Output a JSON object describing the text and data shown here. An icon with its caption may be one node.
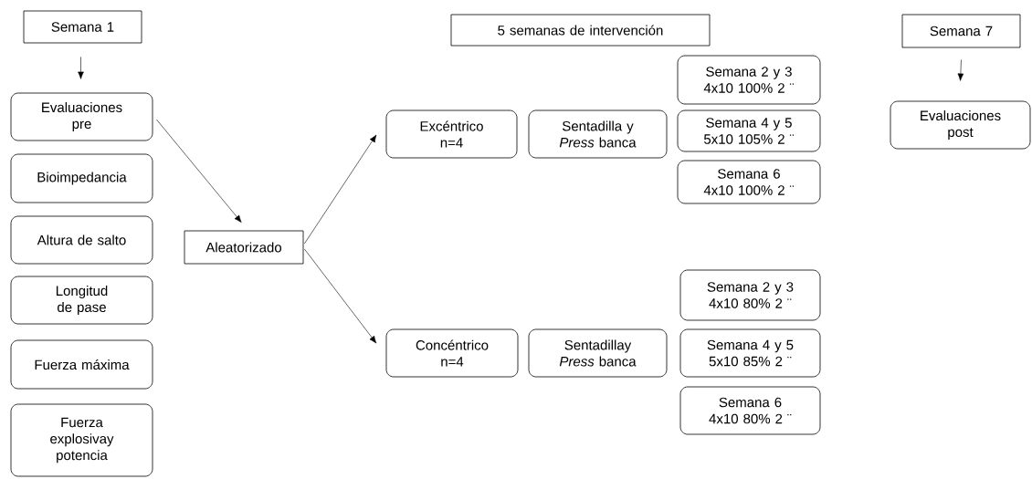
{
  "diagram": {
    "nodes": [
      {
        "text": [
          "Semana 1"
        ]
      },
      {
        "text": [
          "Evaluaciones pre"
        ]
      },
      {
        "text": [
          "Bioimpedancia"
        ]
      },
      {
        "text": [
          "Altura de salto"
        ]
      },
      {
        "text": [
          "Longitud de pase"
        ]
      },
      {
        "text": [
          "Fuerza máxima"
        ]
      },
      {
        "text": [
          "Fuerza explosivay potencia"
        ]
      },
      {
        "text": [
          "Aleatorizado"
        ]
      },
      {
        "text": [
          "5 semanas de intervención"
        ]
      },
      {
        "text": [
          "Excéntrico",
          "n=4"
        ]
      },
      {
        "text": [
          "Sentadilla y *Press* banca"
        ]
      },
      {
        "text": [
          "Semana 2 y 3",
          "4x10 100% 2 ¨"
        ]
      },
      {
        "text": [
          "Semana 4 y 5",
          "5x10 105% 2 ¨"
        ]
      },
      {
        "text": [
          "Semana 6",
          "4x10 100% 2 ¨"
        ]
      },
      {
        "text": [
          "Semana 7"
        ]
      },
      {
        "text": [
          "Evaluaciones post"
        ]
      },
      {
        "text": [
          "Concéntrico",
          "n=4"
        ]
      },
      {
        "text": [
          "Sentadillay *Press* banca"
        ]
      },
      {
        "text": [
          "Semana 2 y 3",
          "4x10 80% 2 ¨"
        ]
      },
      {
        "text": [
          "Semana 4 y 5",
          "5x10 85% 2 ¨"
        ]
      },
      {
        "text": [
          "Semana 6",
          "4x10 80% 2 ¨"
        ]
      }
    ],
    "edges": [
      {
        "from": 0,
        "to": 1,
        "arrow": "to"
      },
      {
        "from": 1,
        "to": 7,
        "arrow": "to"
      },
      {
        "from": 7,
        "to": 9,
        "arrow": "to"
      },
      {
        "from": 7,
        "to": 16,
        "arrow": "to"
      },
      {
        "from": 14,
        "to": 15,
        "arrow": "to"
      }
    ]
  }
}
